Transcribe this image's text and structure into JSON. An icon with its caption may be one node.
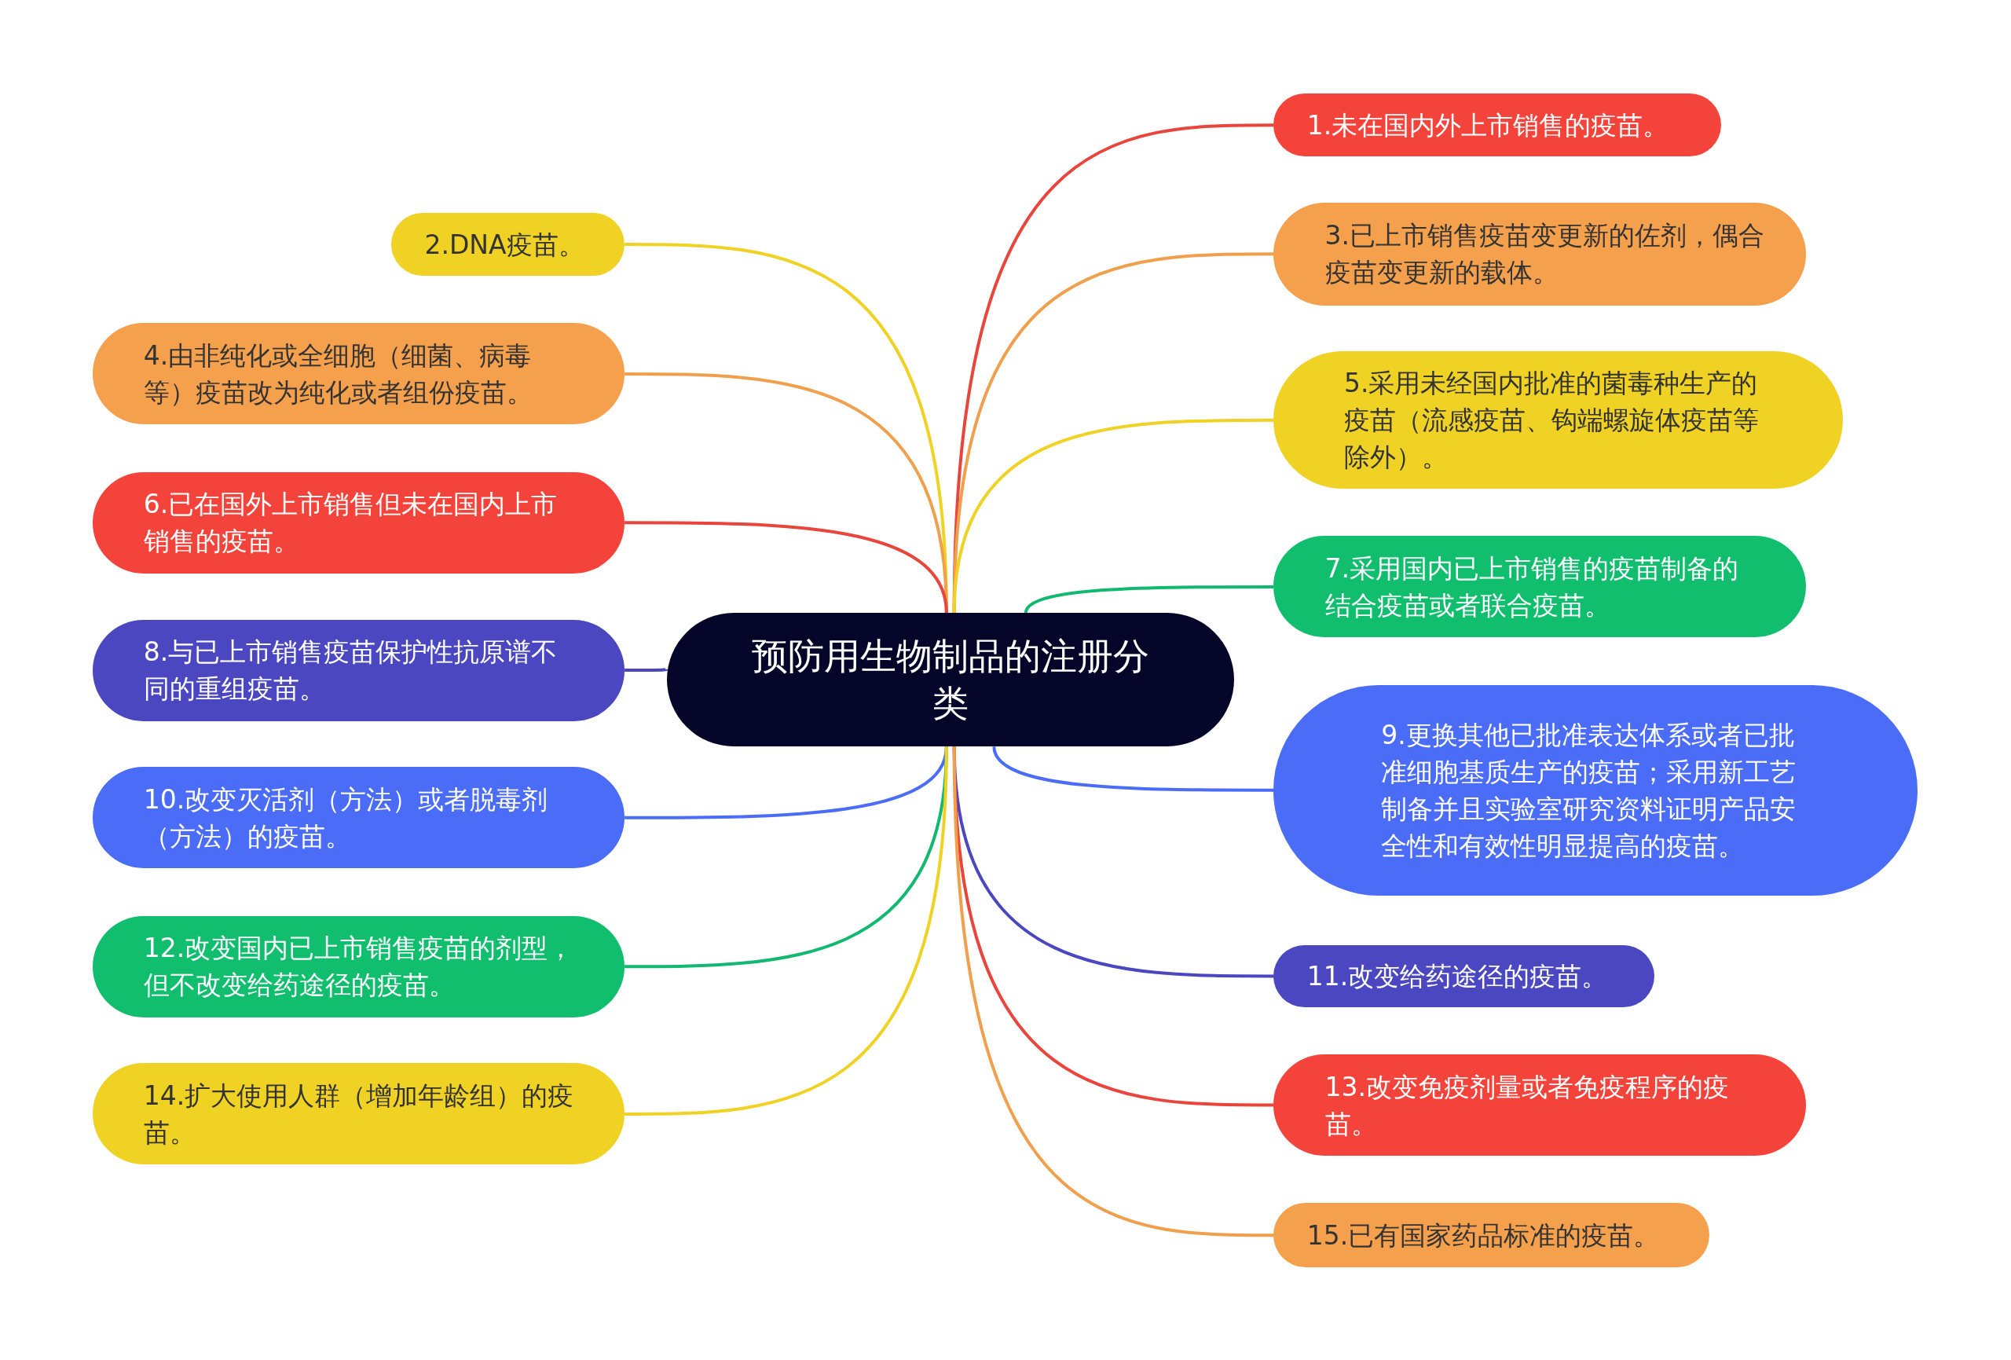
{
  "diagram": {
    "nodes": [
      {
        "text": [
          "预防用生物制品的注册分类"
        ]
      },
      {
        "text": [
          "1.未在国内外上市销售的疫苗。"
        ]
      },
      {
        "text": [
          "2.DNA疫苗。"
        ]
      },
      {
        "text": [
          "3.已上市销售疫苗变更新的佐剂，偶合疫苗变更新的载体。"
        ]
      },
      {
        "text": [
          "4.由非纯化或全细胞（细菌、病毒等）疫苗改为纯化或者组份疫苗。"
        ]
      },
      {
        "text": [
          "5.采用未经国内批准的菌毒种生产的疫苗（流感疫苗、钩端螺旋体疫苗等除外）。"
        ]
      },
      {
        "text": [
          "6.已在国外上市销售但未在国内上市销售的疫苗。"
        ]
      },
      {
        "text": [
          "7.采用国内已上市销售的疫苗制备的结合疫苗或者联合疫苗。"
        ]
      },
      {
        "text": [
          "8.与已上市销售疫苗保护性抗原谱不同的重组疫苗。"
        ]
      },
      {
        "text": [
          "9.更换其他已批准表达体系或者已批准细胞基质生产的疫苗；采用新工艺制备并且实验室研究资料证明产品安全性和有效性明显提高的疫苗。"
        ]
      },
      {
        "text": [
          "10.改变灭活剂（方法）或者脱毒剂（方法）的疫苗。"
        ]
      },
      {
        "text": [
          "11.改变给药途径的疫苗。"
        ]
      },
      {
        "text": [
          "12.改变国内已上市销售疫苗的剂型，但不改变给药途径的疫苗。"
        ]
      },
      {
        "text": [
          "13.改变免疫剂量或者免疫程序的疫苗。"
        ]
      },
      {
        "text": [
          "14.扩大使用人群（增加年龄组）的疫苗。"
        ]
      },
      {
        "text": [
          "15.已有国家药品标准的疫苗。"
        ]
      }
    ],
    "edges": [
      {
        "from": 0,
        "to": 1,
        "arrow": "none",
        "color": "#e8453c"
      },
      {
        "from": 0,
        "to": 2,
        "arrow": "none",
        "color": "#f0d224"
      },
      {
        "from": 0,
        "to": 3,
        "arrow": "none",
        "color": "#f0a04c"
      },
      {
        "from": 0,
        "to": 4,
        "arrow": "none",
        "color": "#f0a04c"
      },
      {
        "from": 0,
        "to": 5,
        "arrow": "none",
        "color": "#f0d224"
      },
      {
        "from": 0,
        "to": 6,
        "arrow": "none",
        "color": "#e8453c"
      },
      {
        "from": 0,
        "to": 7,
        "arrow": "none",
        "color": "#12b870"
      },
      {
        "from": 0,
        "to": 8,
        "arrow": "none",
        "color": "#4b47c0"
      },
      {
        "from": 0,
        "to": 9,
        "arrow": "none",
        "color": "#4a6cf7"
      },
      {
        "from": 0,
        "to": 10,
        "arrow": "none",
        "color": "#4a6cf7"
      },
      {
        "from": 0,
        "to": 11,
        "arrow": "none",
        "color": "#4b47c0"
      },
      {
        "from": 0,
        "to": 12,
        "arrow": "none",
        "color": "#12b870"
      },
      {
        "from": 0,
        "to": 13,
        "arrow": "none",
        "color": "#e8453c"
      },
      {
        "from": 0,
        "to": 14,
        "arrow": "none",
        "color": "#f0d224"
      },
      {
        "from": 0,
        "to": 15,
        "arrow": "none",
        "color": "#f0a04c"
      }
    ]
  }
}
